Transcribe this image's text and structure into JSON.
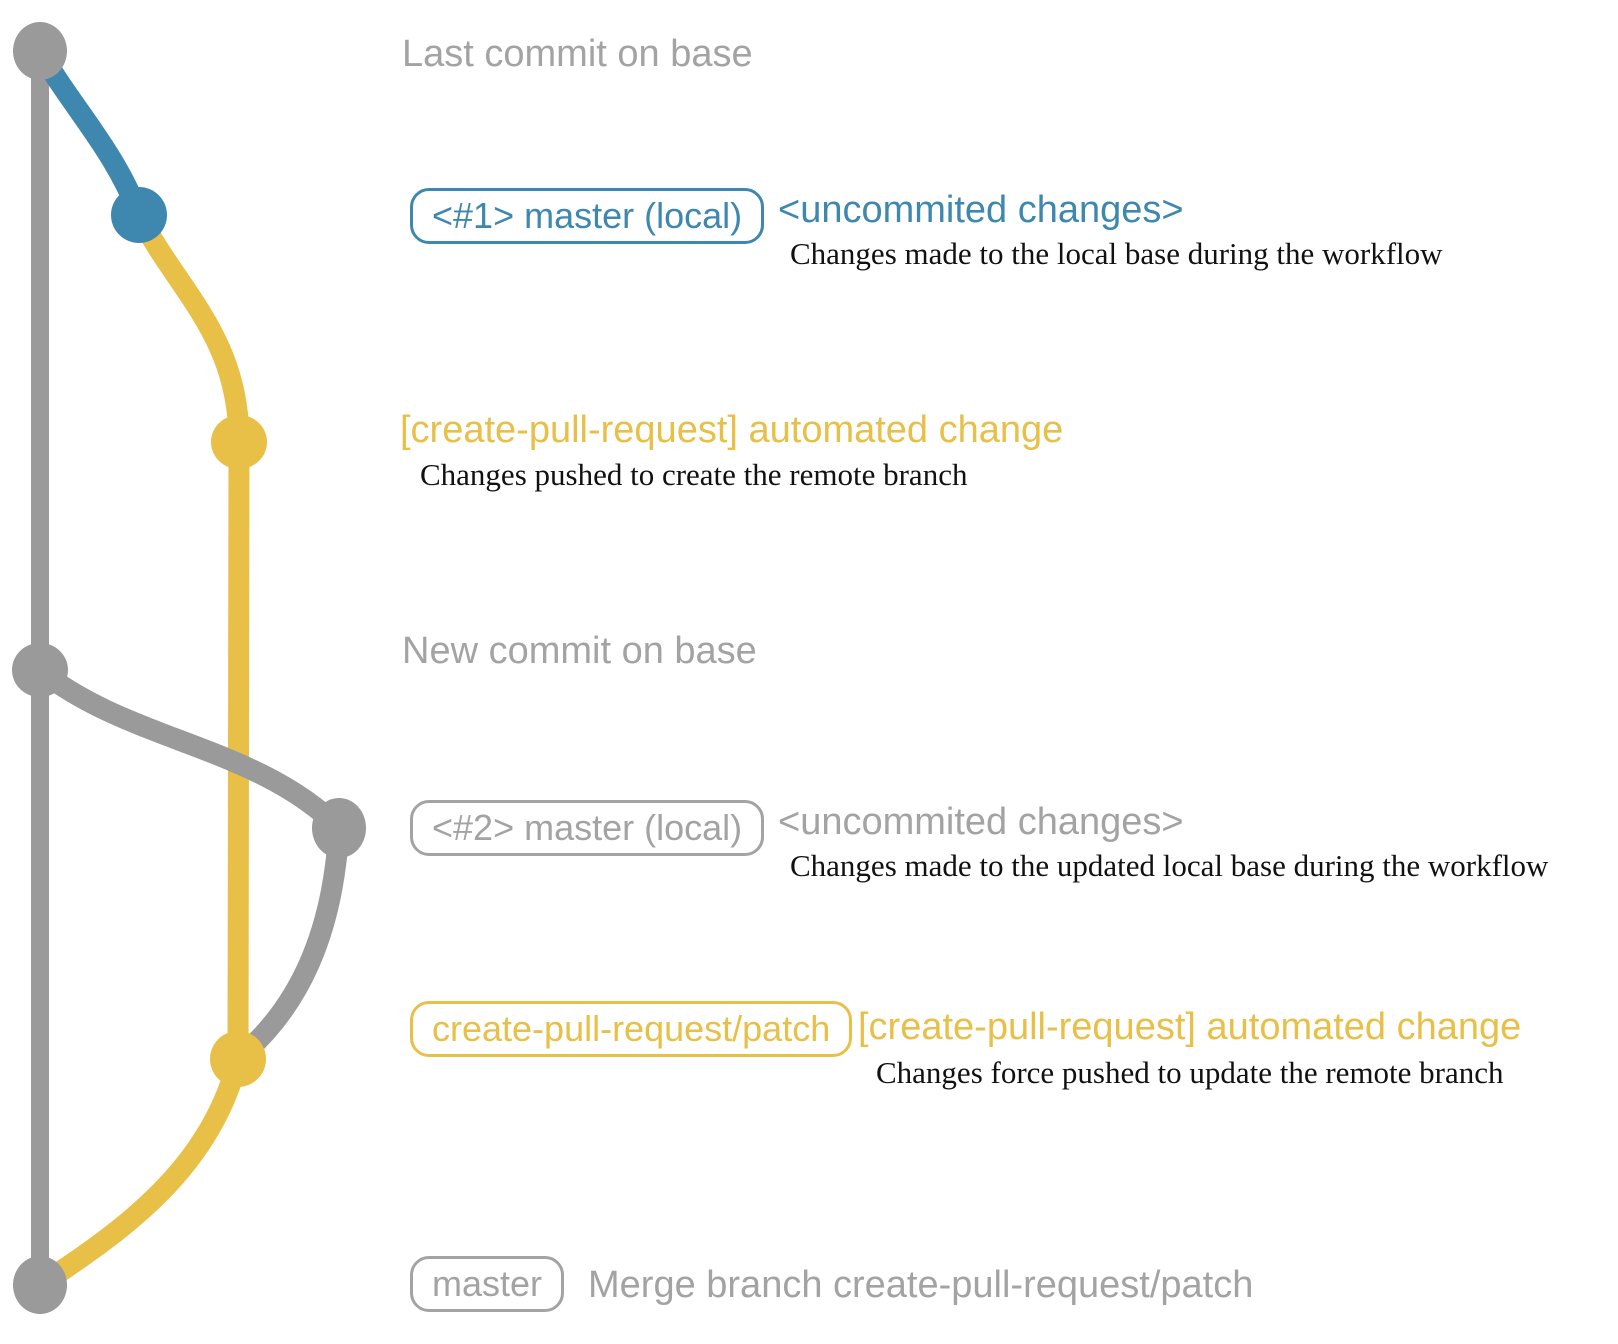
{
  "colors": {
    "background": "#ffffff",
    "gray_line": "#9a9a9a",
    "gray_text": "#a3a3a3",
    "blue": "#3e87ae",
    "yellow": "#e8bf47",
    "desc_text": "#111111"
  },
  "rows": [
    {
      "type": "label",
      "text": "Last commit on base"
    },
    {
      "type": "commit",
      "badge": "<#1> master (local)",
      "message": "<uncommited changes>",
      "description": "Changes made to the local base during the workflow"
    },
    {
      "type": "commit",
      "message": "[create-pull-request] automated change",
      "description": "Changes pushed to create the remote branch"
    },
    {
      "type": "label",
      "text": "New commit on base"
    },
    {
      "type": "commit",
      "badge": "<#2> master (local)",
      "message": "<uncommited changes>",
      "description": "Changes made to the updated local base during the workflow"
    },
    {
      "type": "commit",
      "badge": "create-pull-request/patch",
      "message": "[create-pull-request] automated change",
      "description": "Changes force pushed to update the remote branch"
    },
    {
      "type": "commit",
      "badge": "master",
      "message": "Merge branch create-pull-request/patch"
    }
  ]
}
